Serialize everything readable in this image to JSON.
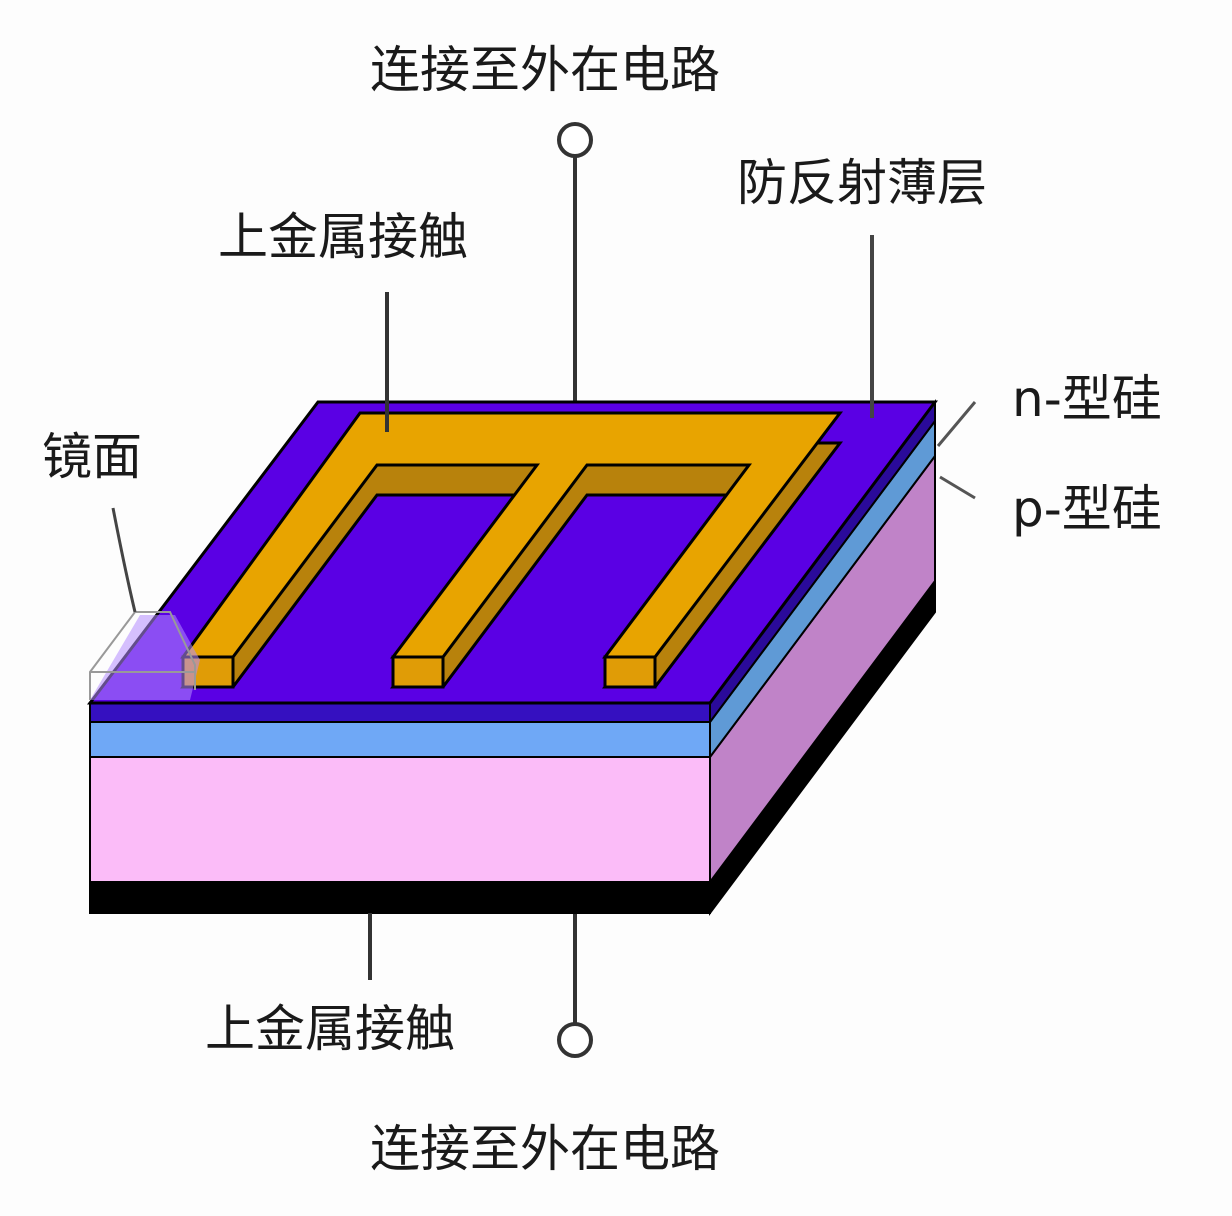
{
  "labels": {
    "top_circuit": "连接至外在电路",
    "anti_reflection": "防反射薄层",
    "top_contact": "上金属接触",
    "n_silicon": "n-型硅",
    "p_silicon": "p-型硅",
    "mirror": "镜面",
    "bottom_contact": "上金属接触",
    "bottom_circuit": "连接至外在电路"
  },
  "colors": {
    "top_surface": "#5a00e4",
    "arc_front": "#3510c0",
    "n_front": "#6fa8f6",
    "p_front": "#fbbcf8",
    "base": "#000000",
    "gold": "#e8a400",
    "gold_dark": "#b8820c"
  }
}
